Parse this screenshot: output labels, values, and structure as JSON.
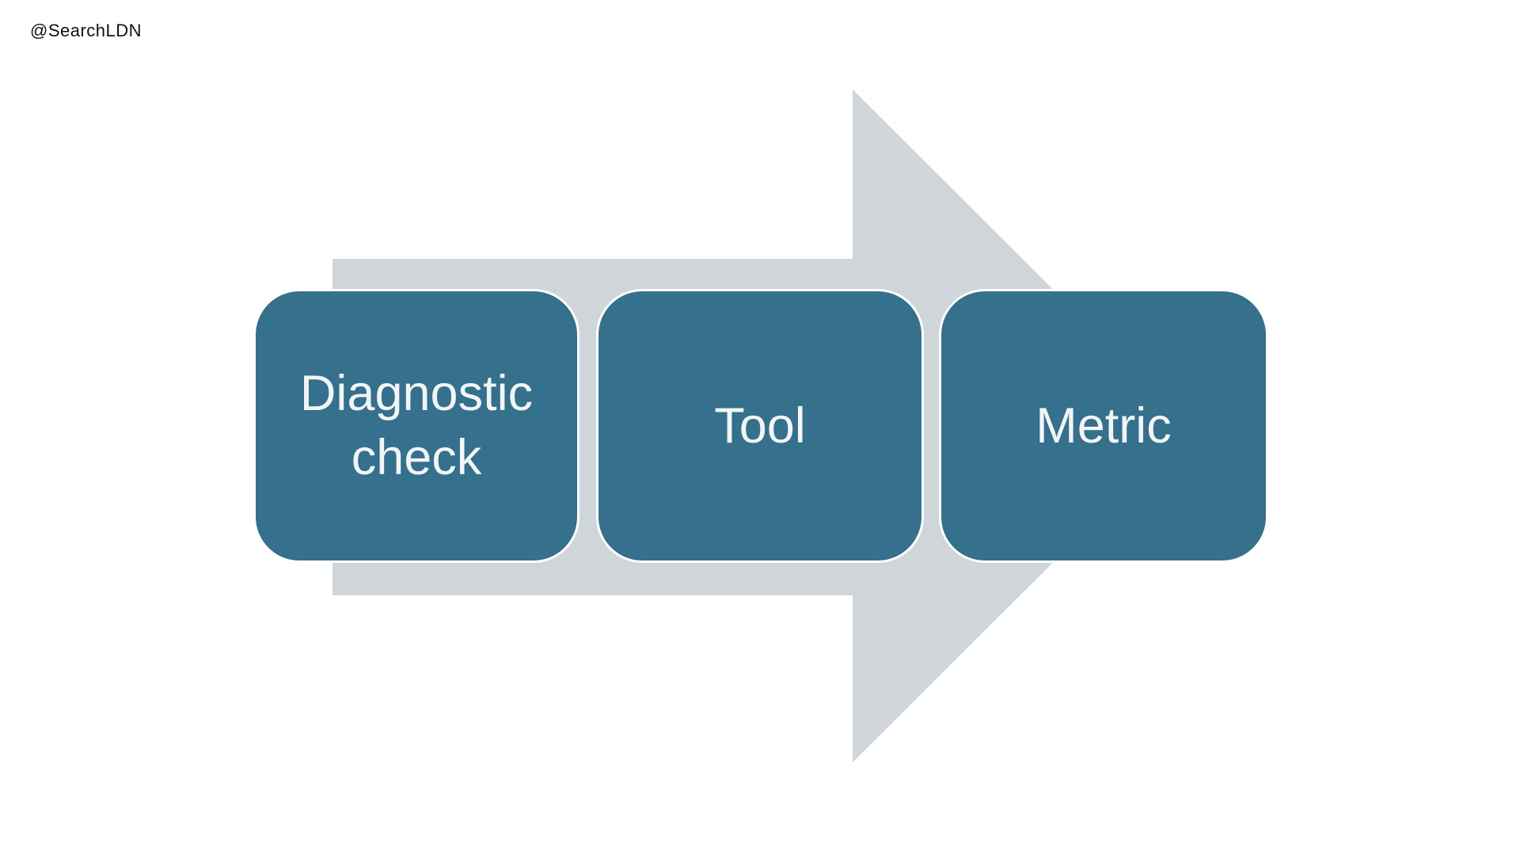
{
  "watermark": {
    "handle": "@SearchLDN"
  },
  "diagram": {
    "type": "process-arrow-right",
    "steps": [
      {
        "label": "Diagnostic check"
      },
      {
        "label": "Tool"
      },
      {
        "label": "Metric"
      }
    ],
    "colors": {
      "arrow_gray": "#D0D5DA",
      "step_fill": "#35708C",
      "step_border": "#FFFFFF",
      "step_text": "#F2F5F7",
      "page_background": "#FFFFFF",
      "watermark_text": "#111111"
    }
  }
}
